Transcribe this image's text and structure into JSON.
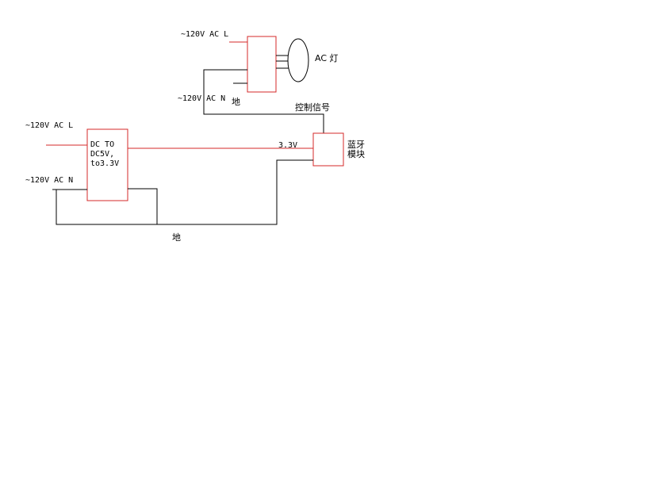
{
  "diagram": {
    "relay_l_label": "~120V AC L",
    "relay_n_label": "~120V AC N",
    "relay_ground_label": "地",
    "lamp_label": "AC 灯",
    "control_signal_label": "控制信号",
    "psu_l_label": "~120V AC L",
    "psu_n_label": "~120V AC N",
    "psu_box_line1": "DC TO",
    "psu_box_line2": "DC5V,",
    "psu_box_line3": "to3.3V",
    "voltage_label": "3.3V",
    "bt_line1": "蓝牙",
    "bt_line2": "模块",
    "ground_label": "地",
    "colors": {
      "wire_power": "#d42a2a",
      "wire_ground": "#000000"
    }
  }
}
